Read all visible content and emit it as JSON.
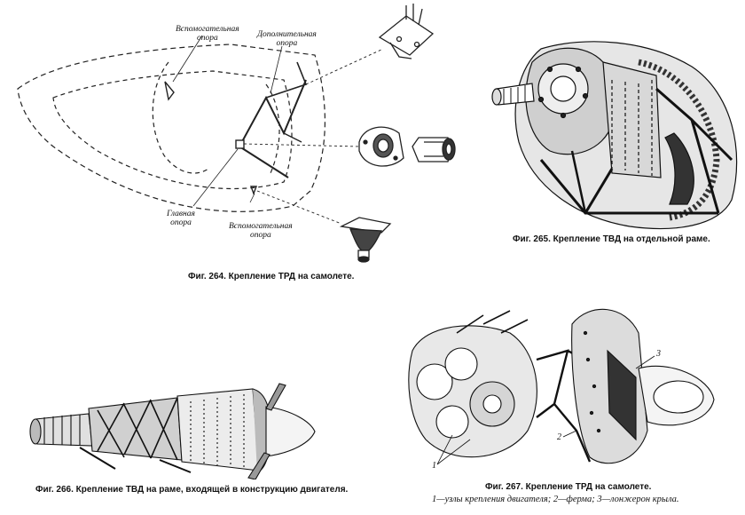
{
  "fig264": {
    "caption": "Фиг. 264. Крепление ТРД на самолете.",
    "labels": {
      "aux_top_1": "Вспомогательная",
      "aux_top_2": "опора",
      "extra_1": "Дополнительная",
      "extra_2": "опора",
      "main_1": "Главная",
      "main_2": "опора",
      "aux_bottom_1": "Вспомогательная",
      "aux_bottom_2": "опора"
    }
  },
  "fig265": {
    "caption": "Фиг. 265. Крепление ТВД на отдельной раме."
  },
  "fig266": {
    "caption": "Фиг. 266. Крепление ТВД на раме, входящей в конструкцию двигателя."
  },
  "fig267": {
    "caption": "Фиг. 267. Крепление ТРД на самолете.",
    "legend": "1—узлы крепления двигателя; 2—ферма; 3—лонжерон крыла.",
    "callouts": {
      "n1": "1",
      "n2": "2",
      "n3": "3"
    }
  }
}
